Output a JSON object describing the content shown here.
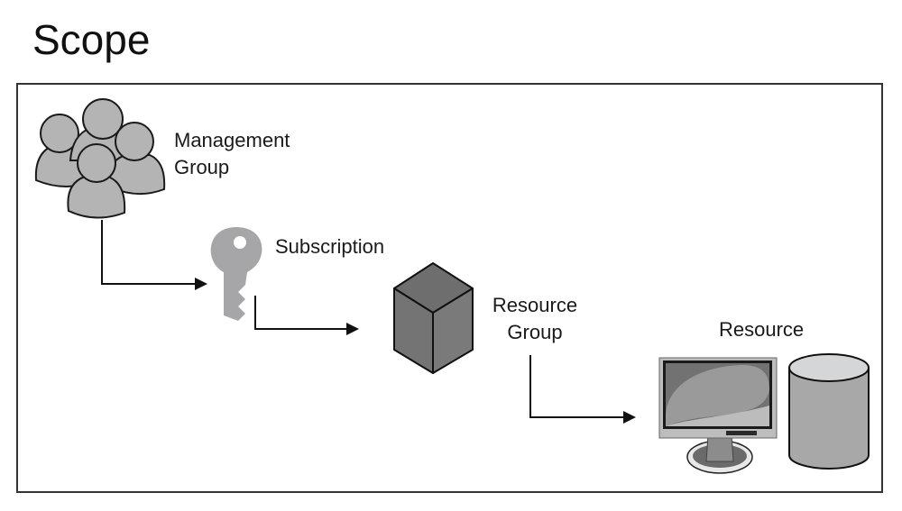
{
  "title": "Scope",
  "nodes": {
    "management_group": {
      "line1": "Management",
      "line2": "Group",
      "icon": "people-group-icon"
    },
    "subscription": {
      "label": "Subscription",
      "icon": "key-icon"
    },
    "resource_group": {
      "line1": "Resource",
      "line2": "Group",
      "icon": "cube-icon"
    },
    "resource": {
      "label": "Resource",
      "icons": [
        "monitor-icon",
        "database-cylinder-icon"
      ]
    }
  },
  "edges": [
    {
      "from": "management_group",
      "to": "subscription"
    },
    {
      "from": "subscription",
      "to": "resource_group"
    },
    {
      "from": "resource_group",
      "to": "resource"
    }
  ],
  "colors": {
    "icon_fill": "#b4b4b4",
    "key_fill": "#a6a6a8",
    "cube_fill": "#707070",
    "outline": "#1a1a1a",
    "frame": "#333333"
  }
}
